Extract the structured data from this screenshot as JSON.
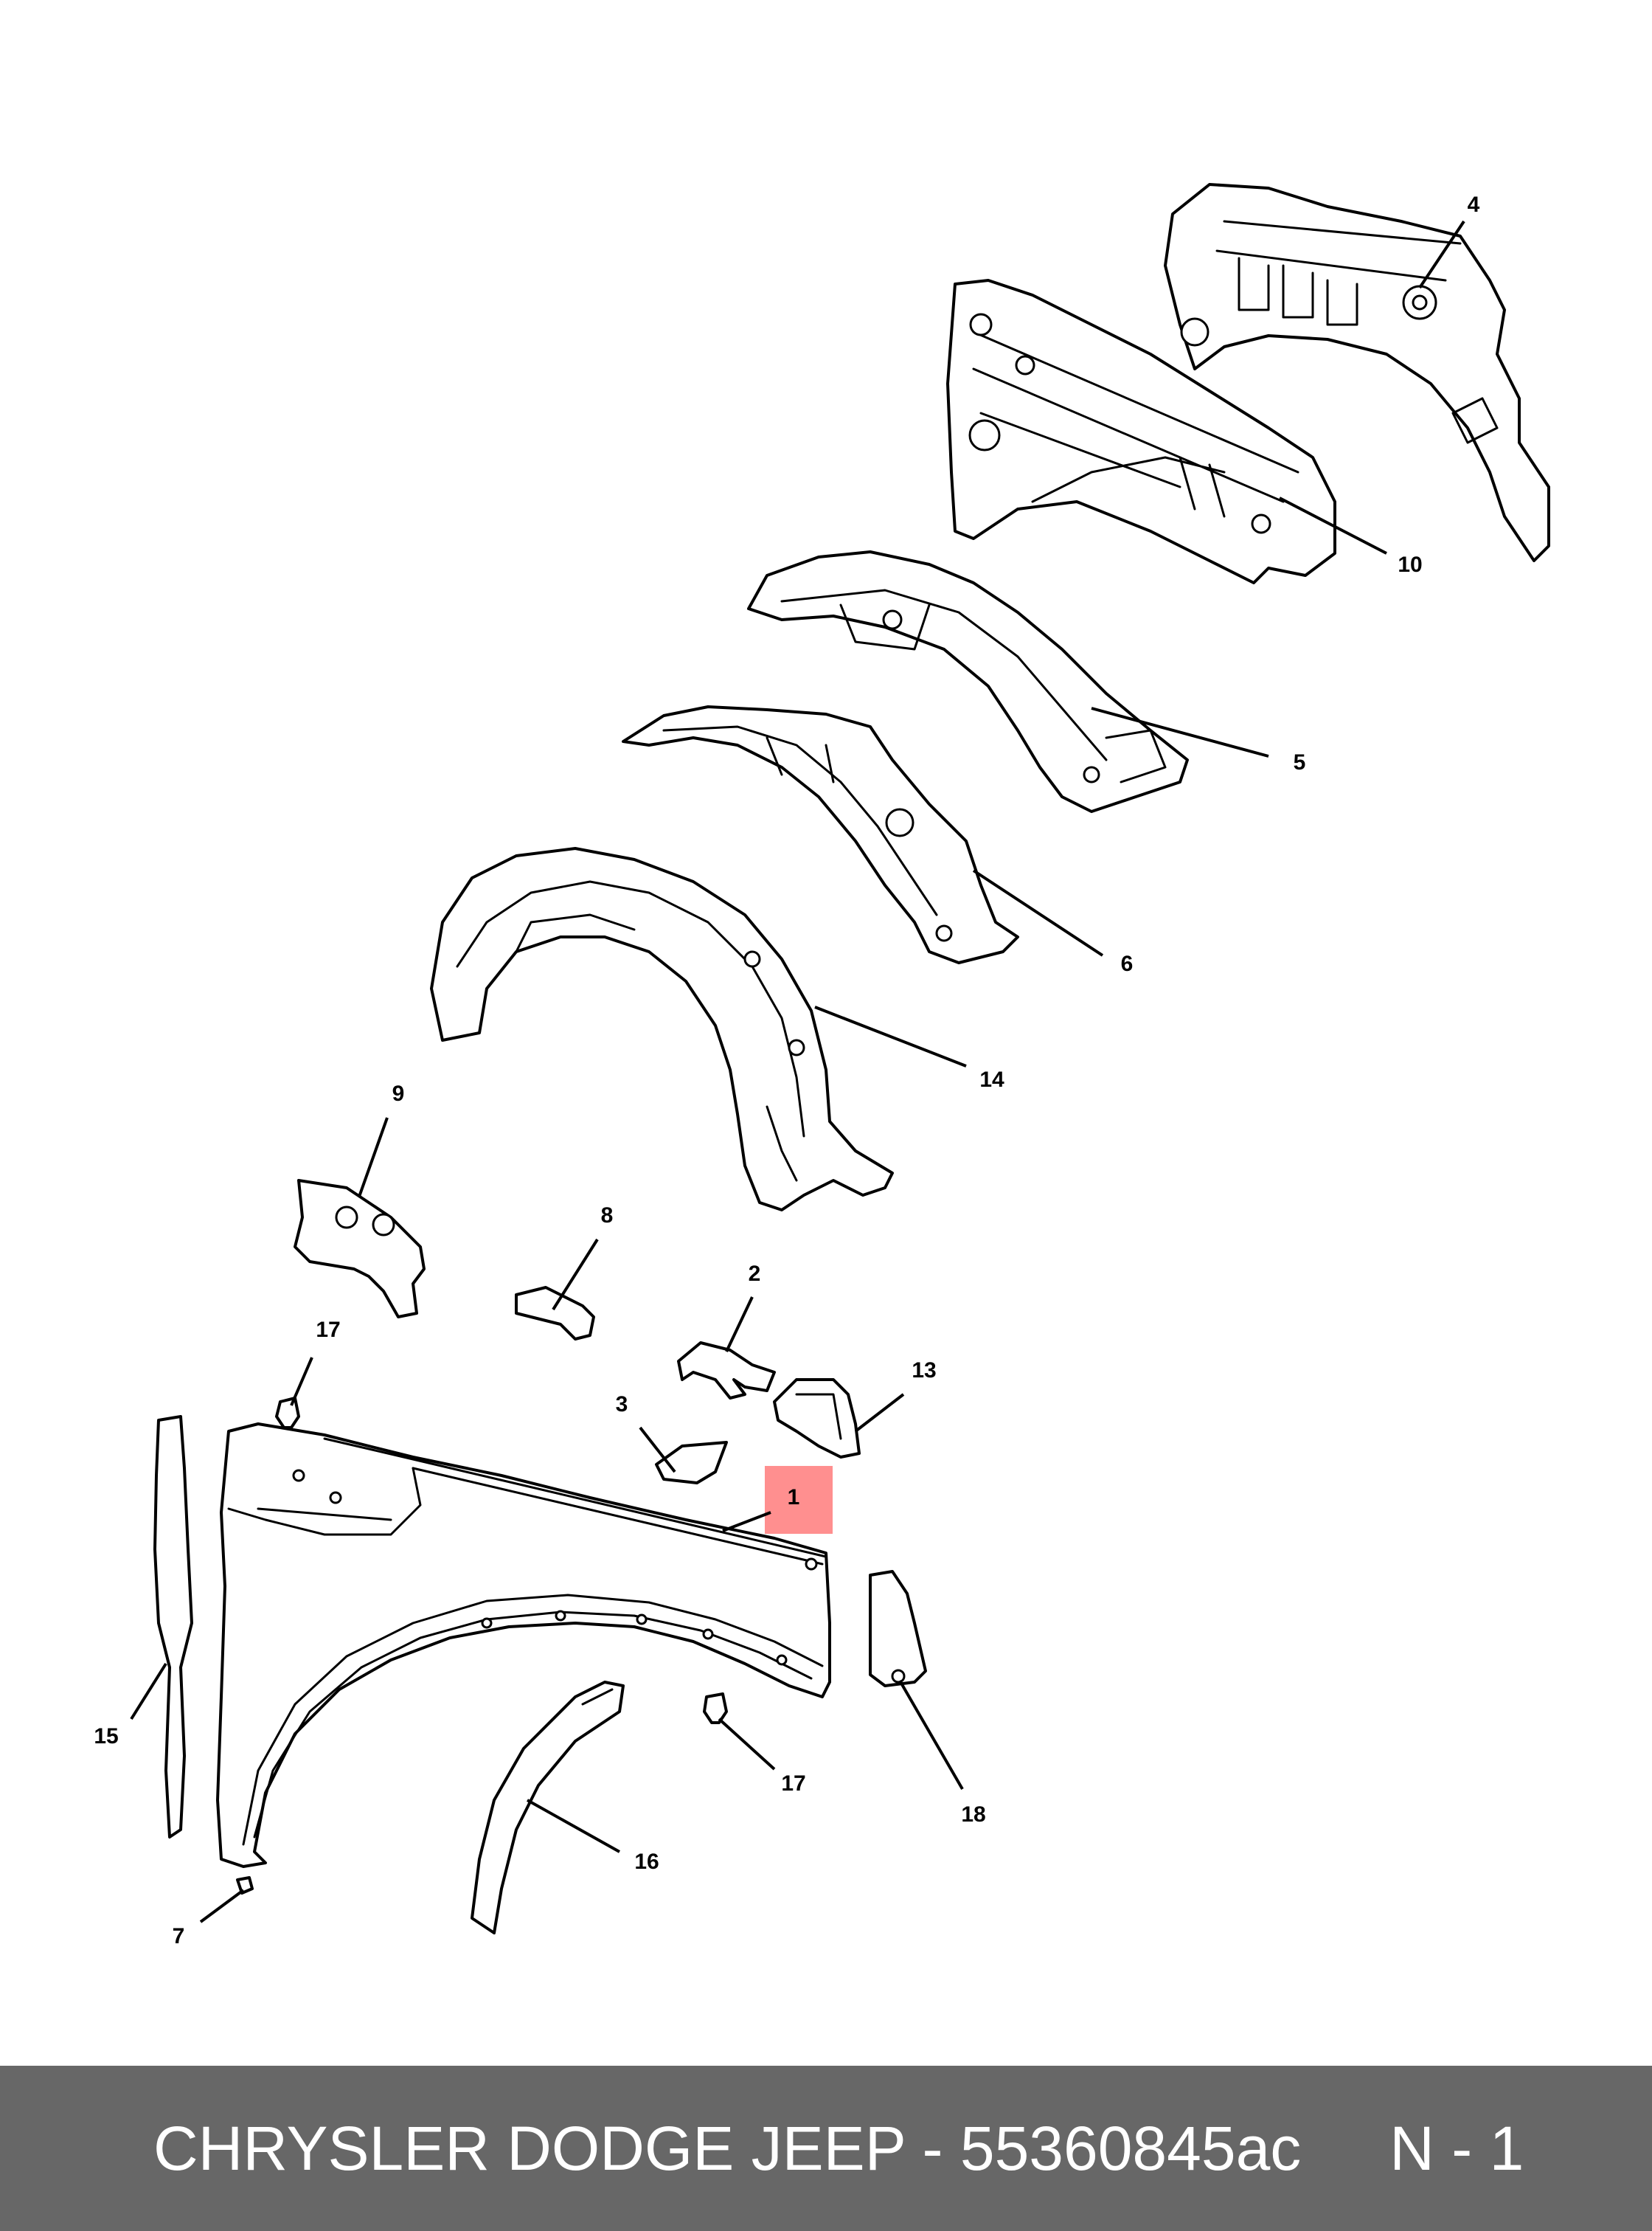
{
  "callouts": {
    "c1": "1",
    "c2": "2",
    "c3": "3",
    "c4": "4",
    "c5": "5",
    "c6": "6",
    "c7": "7",
    "c8": "8",
    "c9": "9",
    "c10": "10",
    "c13": "13",
    "c14": "14",
    "c15": "15",
    "c16": "16",
    "c17a": "17",
    "c17b": "17",
    "c18": "18"
  },
  "highlight_color": "#ff8f8f",
  "footer": {
    "title": "CHRYSLER DODGE JEEP - 55360845ac",
    "ref": "N - 1"
  }
}
